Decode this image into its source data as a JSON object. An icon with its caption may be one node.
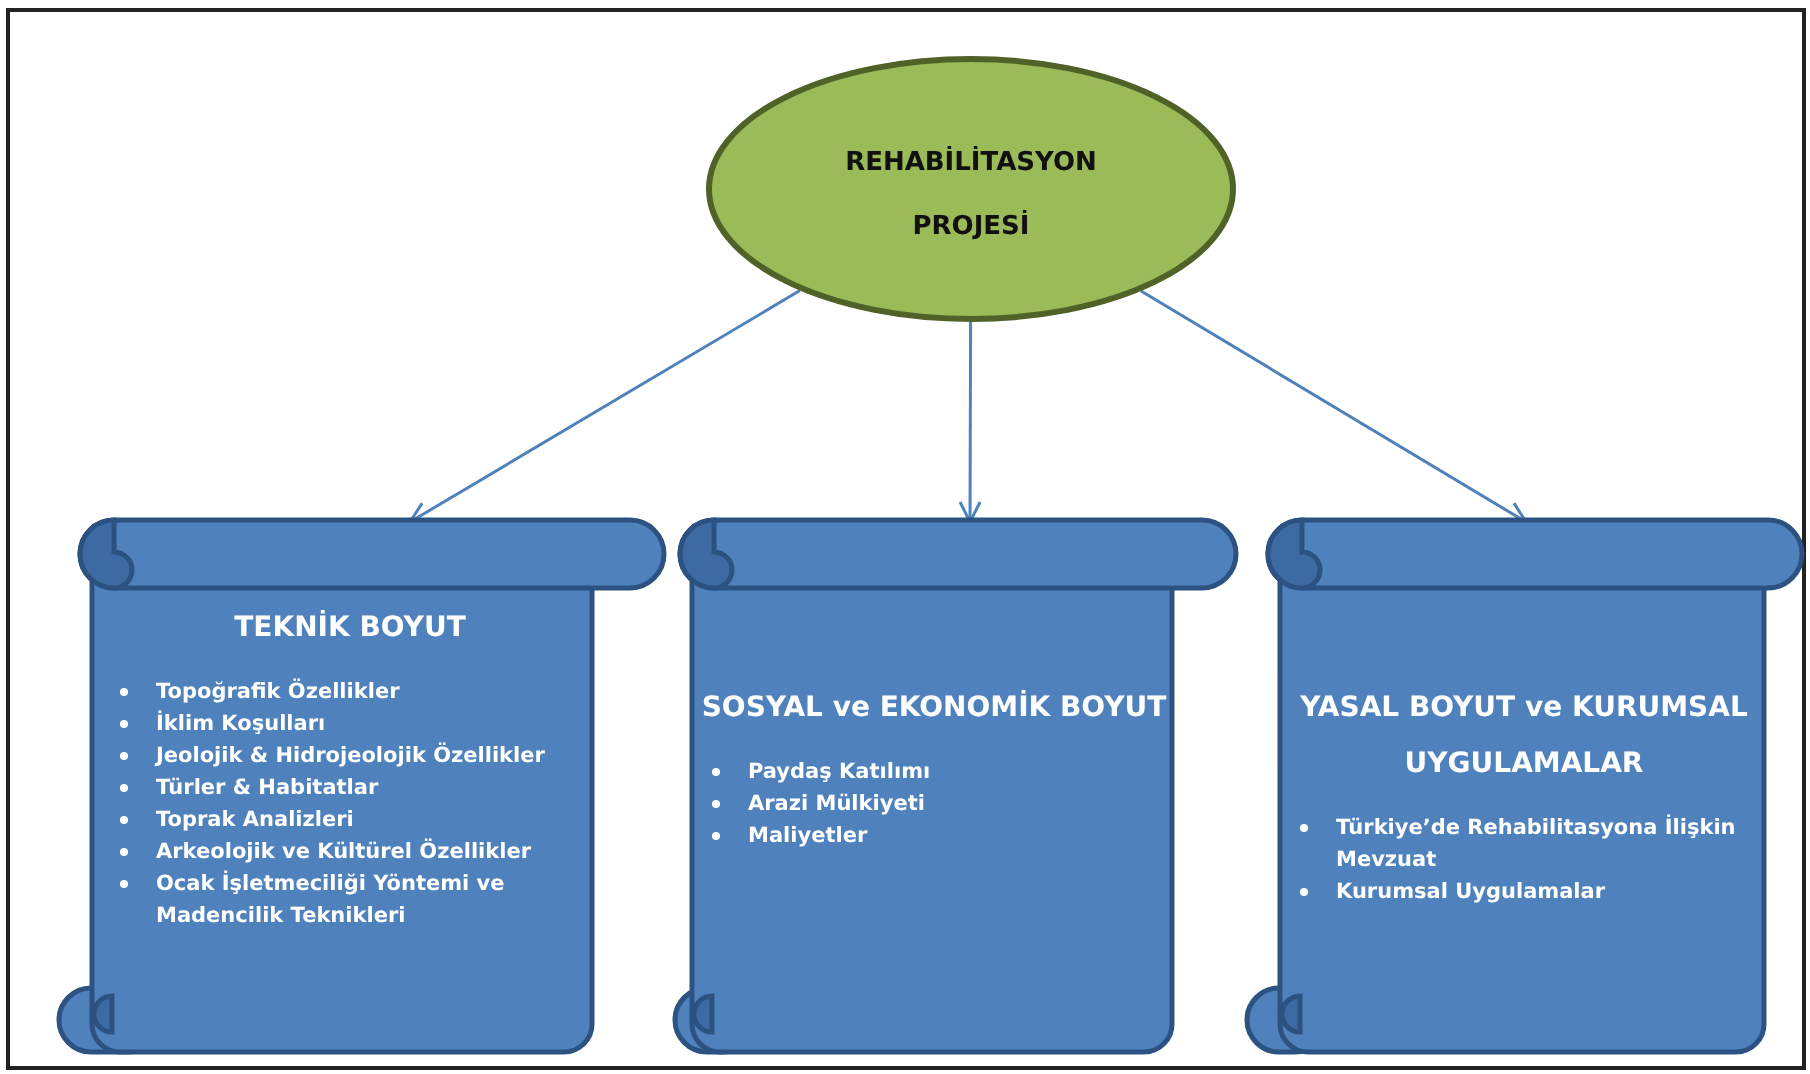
{
  "diagram": {
    "nodes": [
      {
        "text": [
          "REHABİLİTASYON PROJESİ"
        ]
      },
      {
        "text": [
          "TEKNİK BOYUT",
          "Topoğrafik Özellikler",
          "İklim Koşulları",
          "Jeolojik & Hidrojeolojik Özellikler",
          "Türler & Habitatlar",
          "Toprak Analizleri",
          "Arkeolojik ve Kültürel Özellikler",
          "Ocak İşletmeciliği Yöntemi ve Madencilik Teknikleri"
        ]
      },
      {
        "text": [
          "SOSYAL ve EKONOMİK BOYUT",
          "Paydaş Katılımı",
          "Arazi Mülkiyeti",
          "Maliyetler"
        ]
      },
      {
        "text": [
          "YASAL BOYUT ve KURUMSAL UYGULAMALAR",
          "Türkiye’de Rehabilitasyona İlişkin Mevzuat",
          "Kurumsal Uygulamalar"
        ]
      }
    ],
    "edges": [
      {
        "from": 0,
        "to": 1,
        "arrow": "to"
      },
      {
        "from": 0,
        "to": 2,
        "arrow": "to"
      },
      {
        "from": 0,
        "to": 3,
        "arrow": "to"
      }
    ]
  }
}
